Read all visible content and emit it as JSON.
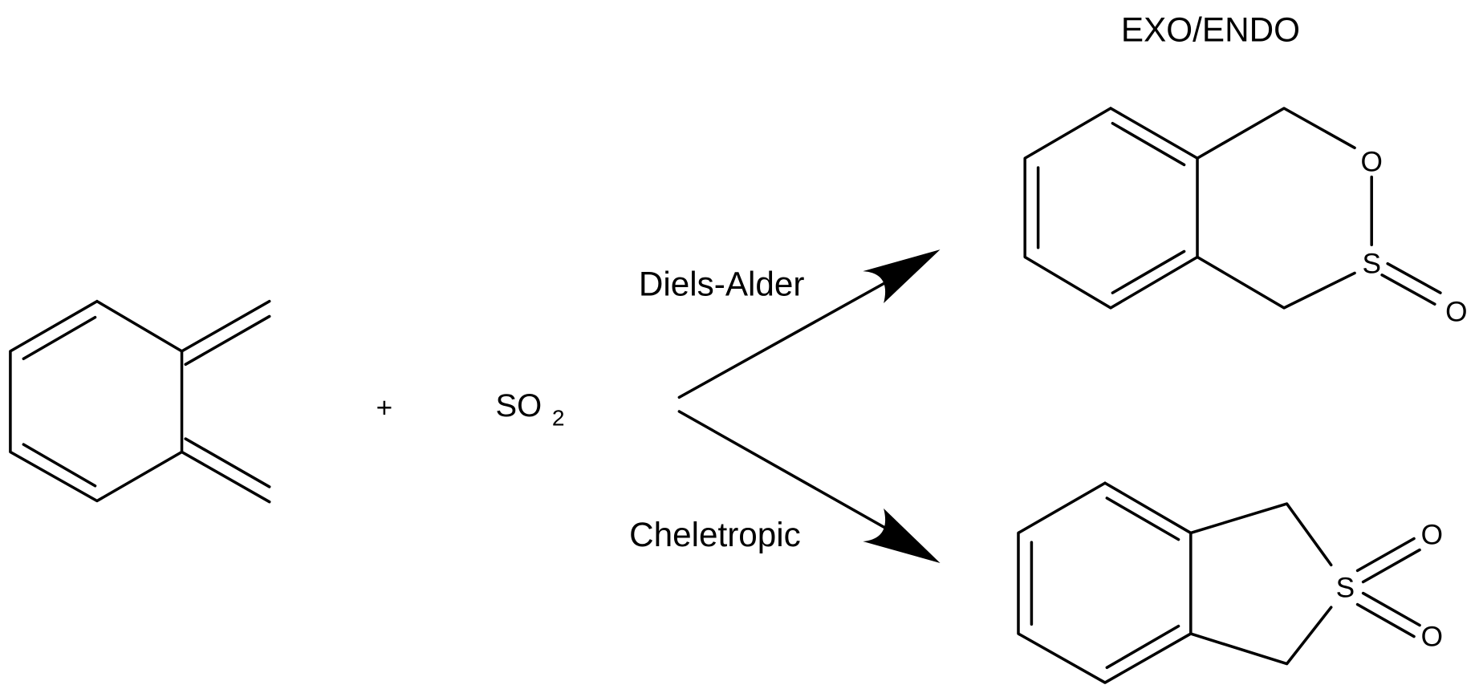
{
  "header": {
    "title": "EXO/ENDO"
  },
  "reactants": {
    "plus": "+",
    "reagent": "SO",
    "reagent_subscript": "2"
  },
  "pathways": [
    {
      "label": "Diels-Alder"
    },
    {
      "label": "Cheletropic"
    }
  ],
  "products": {
    "diels_alder": {
      "atom_o_ring": "O",
      "atom_s": "S",
      "atom_o_exo": "O"
    },
    "cheletropic": {
      "atom_s": "S",
      "atom_o1": "O",
      "atom_o2": "O"
    }
  }
}
